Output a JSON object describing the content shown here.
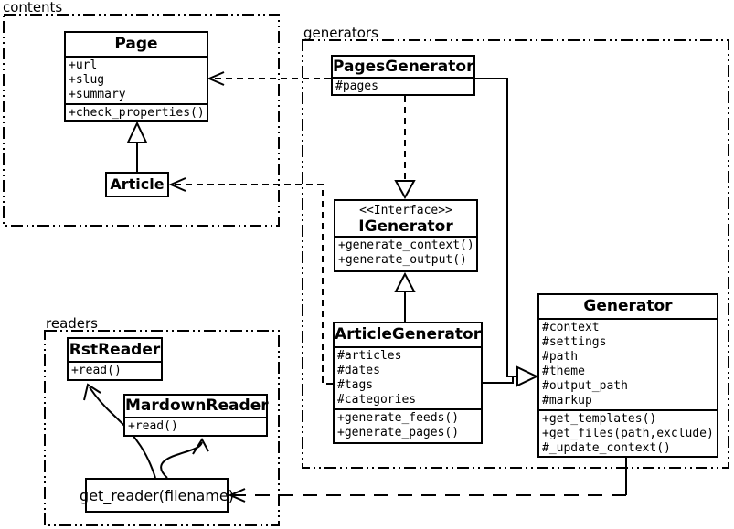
{
  "packages": {
    "contents": {
      "label": "contents"
    },
    "generators": {
      "label": "generators"
    },
    "readers": {
      "label": "readers"
    }
  },
  "classes": {
    "page": {
      "title": "Page",
      "attributes": [
        "+url",
        "+slug",
        "+summary"
      ],
      "methods": [
        "+check_properties()"
      ]
    },
    "article": {
      "title": "Article"
    },
    "pages_generator": {
      "title": "PagesGenerator",
      "attributes": [
        "#pages"
      ]
    },
    "igenerator": {
      "stereotype": "<<Interface>>",
      "title": "IGenerator",
      "methods": [
        "+generate_context()",
        "+generate_output()"
      ]
    },
    "article_generator": {
      "title": "ArticleGenerator",
      "attributes": [
        "#articles",
        "#dates",
        "#tags",
        "#categories"
      ],
      "methods": [
        "+generate_feeds()",
        "+generate_pages()"
      ]
    },
    "generator": {
      "title": "Generator",
      "attributes": [
        "#context",
        "#settings",
        "#path",
        "#theme",
        "#output_path",
        "#markup"
      ],
      "methods": [
        "+get_templates()",
        "+get_files(path,exclude)",
        "#_update_context()"
      ]
    },
    "rst_reader": {
      "title": "RstReader",
      "methods": [
        "+read()"
      ]
    },
    "mardown_reader": {
      "title": "MardownReader",
      "methods": [
        "+read()"
      ]
    },
    "get_reader": {
      "title": "get_reader(filename)"
    }
  },
  "relationships": [
    {
      "from": "Article",
      "to": "Page",
      "type": "generalization"
    },
    {
      "from": "PagesGenerator",
      "to": "Page",
      "type": "dependency"
    },
    {
      "from": "PagesGenerator",
      "to": "IGenerator",
      "type": "realization"
    },
    {
      "from": "ArticleGenerator",
      "to": "IGenerator",
      "type": "generalization"
    },
    {
      "from": "PagesGenerator",
      "to": "Generator",
      "type": "generalization"
    },
    {
      "from": "ArticleGenerator",
      "to": "Generator",
      "type": "generalization"
    },
    {
      "from": "ArticleGenerator",
      "to": "Article",
      "type": "dependency"
    },
    {
      "from": "Generator",
      "to": "get_reader(filename)",
      "type": "dependency"
    },
    {
      "from": "get_reader(filename)",
      "to": "RstReader",
      "type": "arrow"
    },
    {
      "from": "get_reader(filename)",
      "to": "MardownReader",
      "type": "arrow"
    }
  ],
  "colors": {
    "line": "#000000",
    "background": "#ffffff"
  }
}
